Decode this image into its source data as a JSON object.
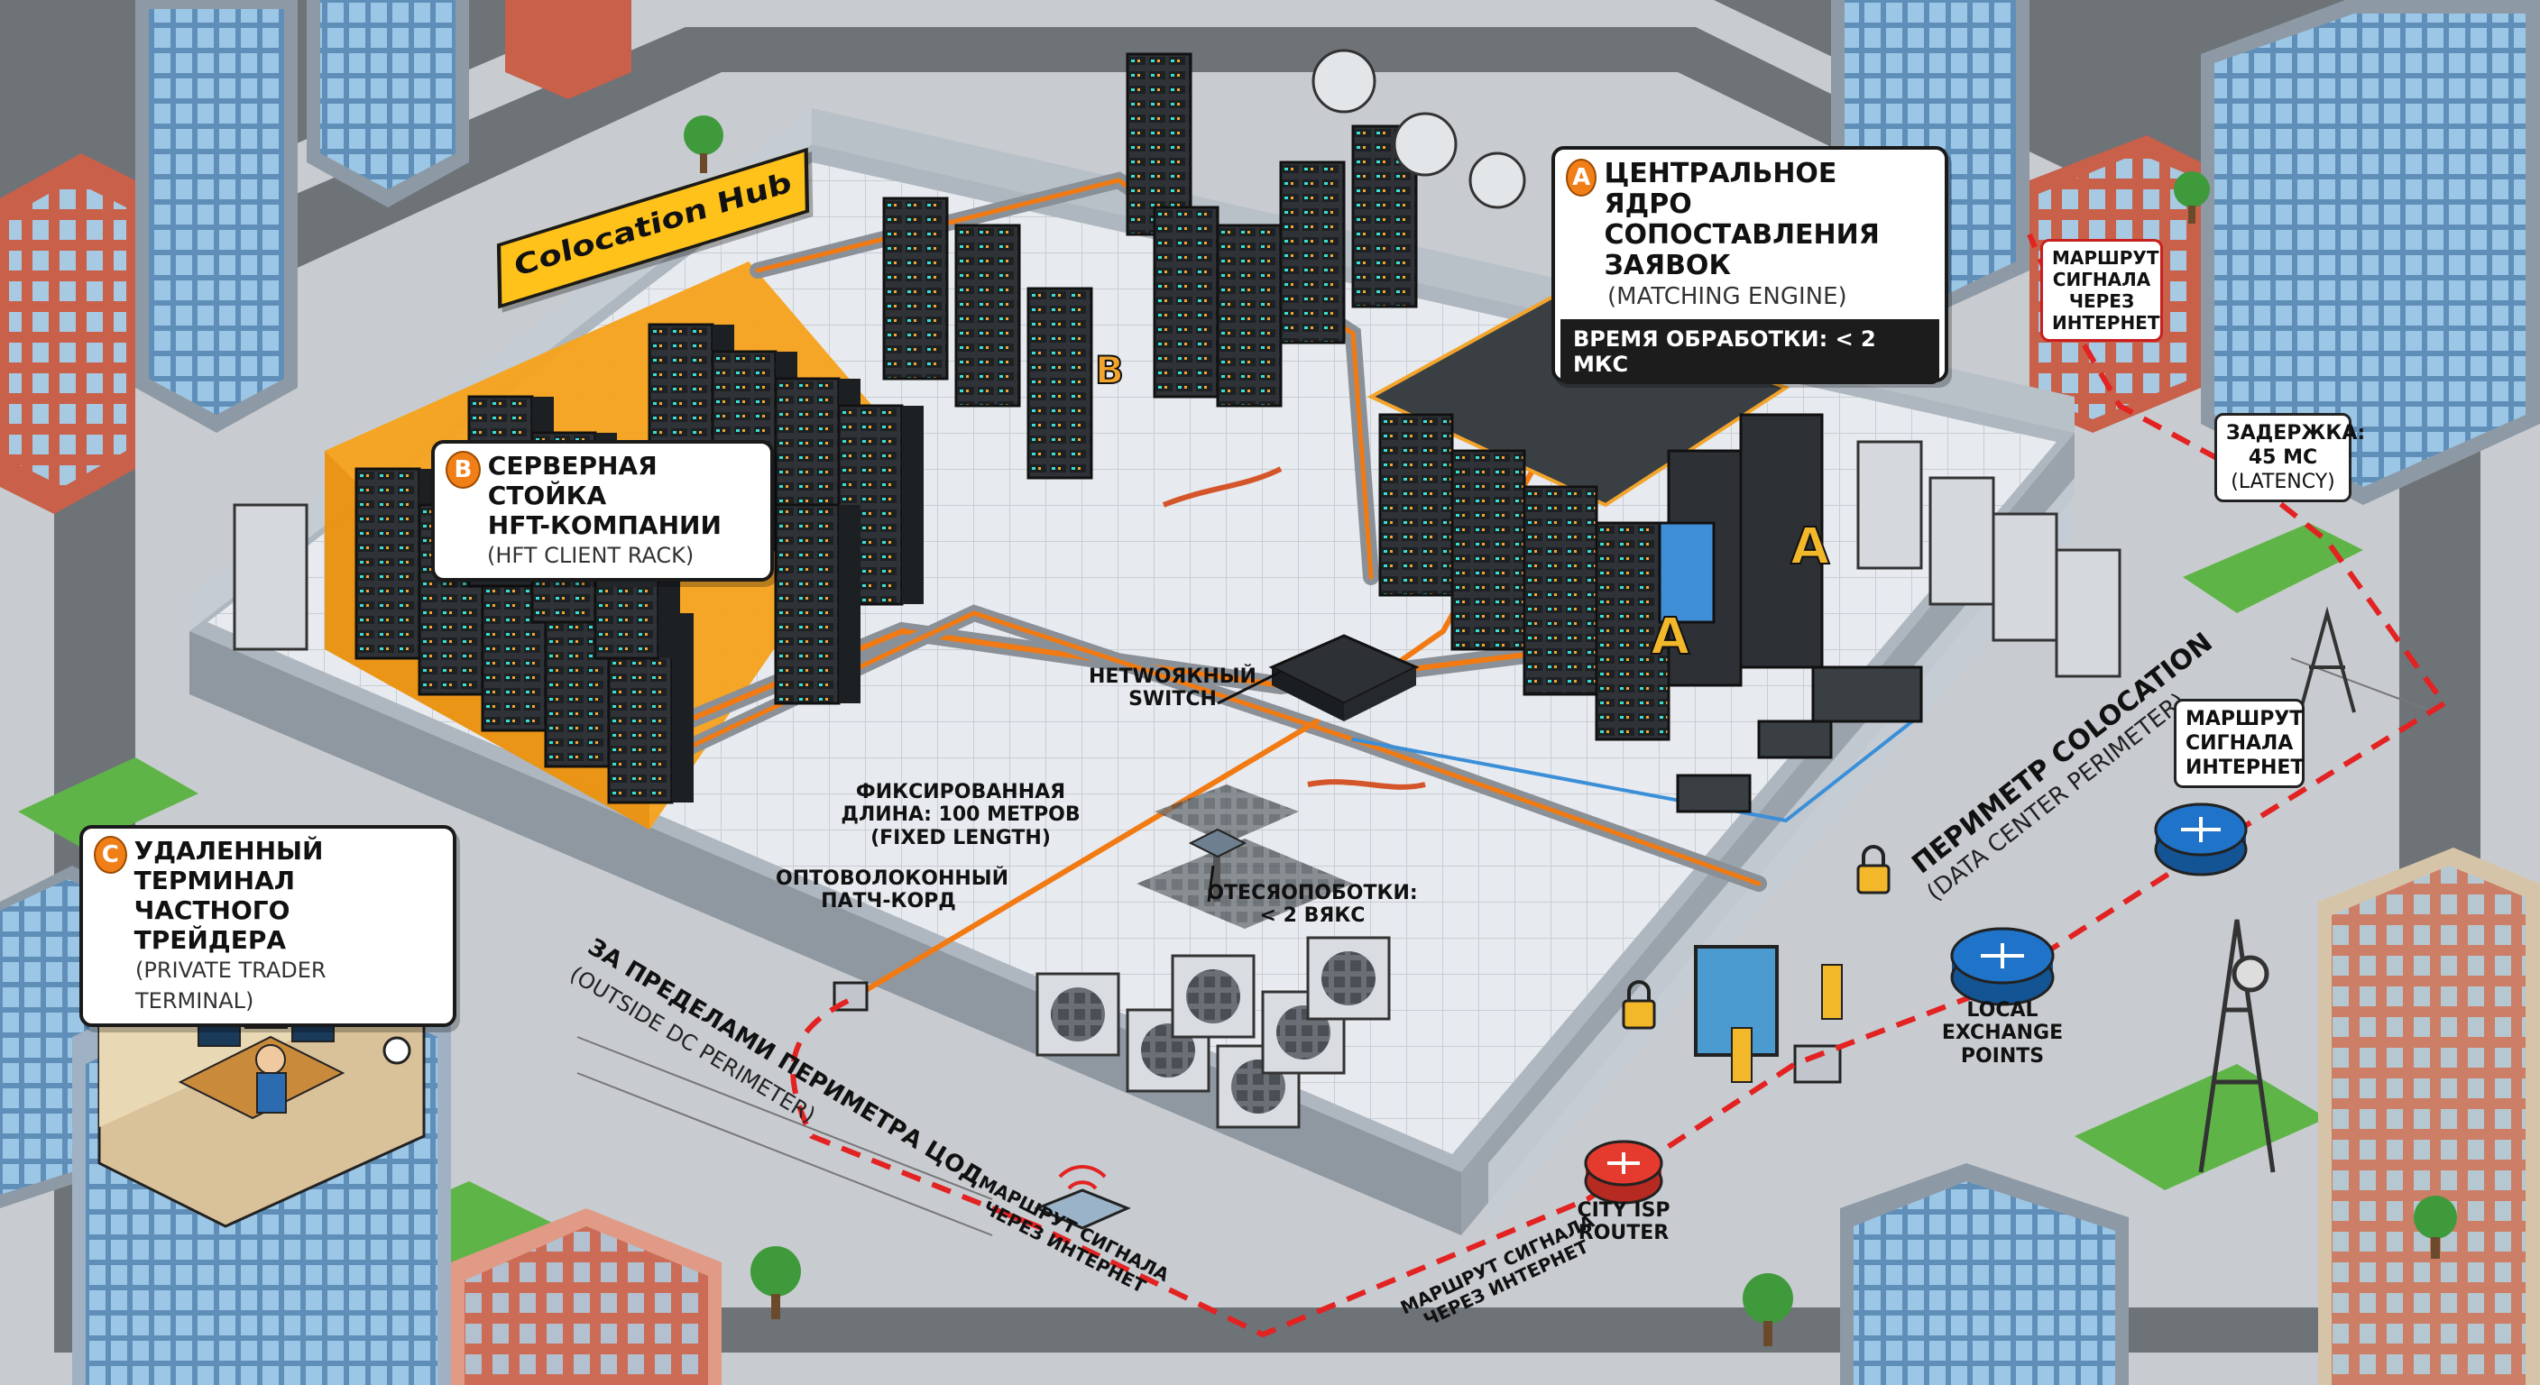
{
  "colors": {
    "road": "#6e7378",
    "sidewalk": "#c8ccd0",
    "grass": "#5fb447",
    "platform_top": "#dfe4e8",
    "platform_side": "#aeb7bf",
    "colo_zone": "#f7a21b",
    "server_rack": "#2d3135",
    "fiber": "#f27a13",
    "internet_route": "#e32222",
    "router_blue": "#1f73c9",
    "router_red": "#e53a2e"
  },
  "labels": {
    "hub": "Colocation Hub",
    "rack_b": "B",
    "engine_a1": "A",
    "engine_a2": "A",
    "switch": "НETWOЯКНЫЙ\nSWITCH",
    "fixed_length": "ФИКСИРОВАННАЯ\nДЛИНА: 100 МЕТРОВ\n(FIXED LENGTH)",
    "patch_cord": "ОПТОВОЛОКОННЫЙ\nПАТЧ-КОРД",
    "latency_inside": "ОТЕСЯОПОБОТКИ:\n< 2 ВЯКС",
    "perimeter": "ПЕРИМЕТР COLOCATION",
    "perimeter_sub": "(DATA CENTER PERIMETER)",
    "outside": "ЗА ПРЕДЕЛАМИ ПЕРИМЕТРА ЦОД",
    "outside_sub": "(OUTSIDE DC PERIMETER)",
    "route_bottom_left": "МАРШРУТ СИГНАЛА\nЧЕРЕЗ ИНТЕРНЕТ",
    "route_bottom": "МАРШРУТ СИГНАЛА\nЧЕРЕЗ ИНТЕРНЕТ",
    "city_isp": "CITY ISP\nROUTER",
    "local_exchange": "LOCAL\nEXCHANGE\nPOINTS"
  },
  "callouts": {
    "a": {
      "badge": "A",
      "title": "ЦЕНТРАЛЬНОЕ ЯДРО\nСОПОСТАВЛЕНИЯ ЗАЯВОК",
      "sub": "(MATCHING ENGINE)",
      "stamp": "ВРЕМЯ ОБРАБОТКИ: < 2 МКС"
    },
    "b": {
      "badge": "B",
      "title": "СЕРВЕРНАЯ СТОЙКА\nHFT-КОМПАНИИ",
      "sub": "(HFT CLIENT RACK)"
    },
    "c": {
      "badge": "C",
      "title": "УДАЛЕННЫЙ ТЕРМИНАЛ\nЧАСТНОГО ТРЕЙДЕРА",
      "sub": "(PRIVATE TRADER TERMINAL)"
    },
    "route_top": {
      "title": "МАРШРУТ\nСИГНАЛА\nЧЕРЕЗ\nИНТЕРНЕТ"
    },
    "latency": {
      "title": "ЗАДЕРЖКА:\n45 МС",
      "sub": "(LATENCY)"
    },
    "route_right": {
      "title": "МАРШРУТ\nСИГНАЛА\nИНТЕРНЕТ"
    }
  }
}
